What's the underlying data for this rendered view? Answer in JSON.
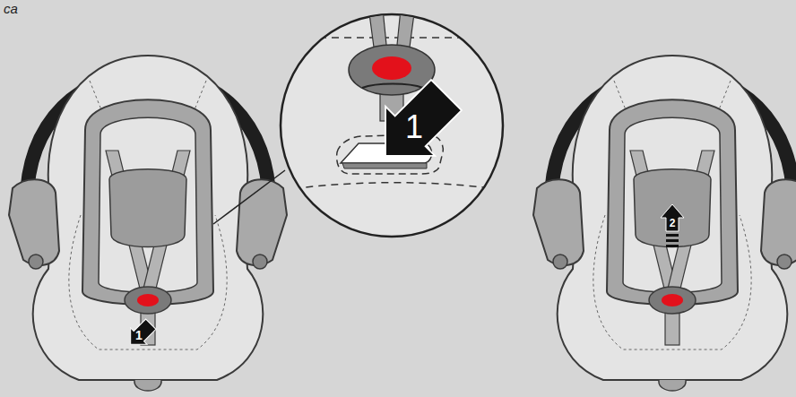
{
  "diagram": {
    "labels": [
      "ca",
      "1",
      "1",
      "2"
    ]
  }
}
